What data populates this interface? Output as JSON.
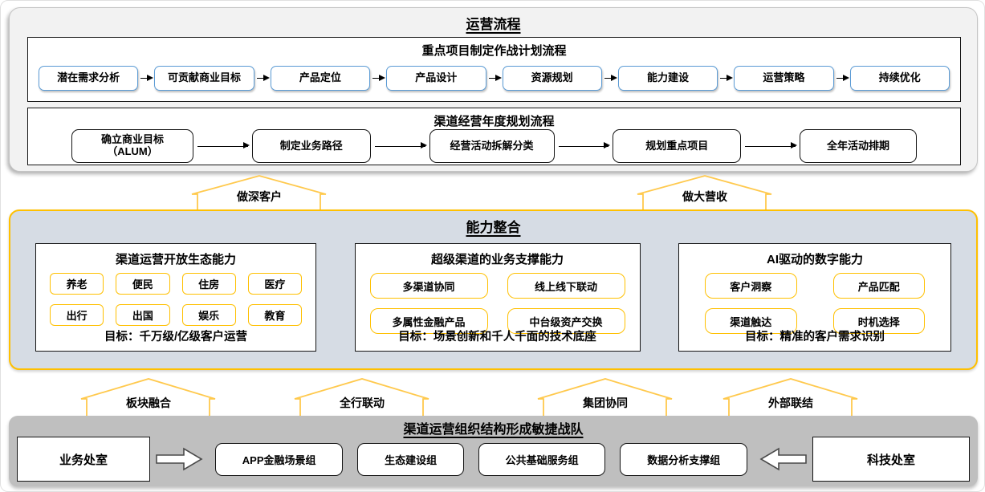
{
  "colors": {
    "accent_orange": "#FFC000",
    "house_orange": "#FFC94D",
    "flow_blue": "#5B9BD5",
    "capability_bg": "#D6DCE4",
    "top_bg": "#F2F2F2",
    "org_bg": "#BFBFBF"
  },
  "top": {
    "title": "运营流程",
    "flow1": {
      "title": "重点项目制定作战计划流程",
      "steps": [
        "潜在需求分析",
        "可贡献商业目标",
        "产品定位",
        "产品设计",
        "资源规划",
        "能力建设",
        "运营策略",
        "持续优化"
      ]
    },
    "flow2": {
      "title": "渠道经营年度规划流程",
      "steps": [
        "确立商业目标\n（ALUM）",
        "制定业务路径",
        "经营活动拆解分类",
        "规划重点项目",
        "全年活动排期"
      ]
    }
  },
  "bridges_top": [
    "做深客户",
    "做大营收"
  ],
  "capability": {
    "title": "能力整合",
    "cards": [
      {
        "title": "渠道运营开放生态能力",
        "items": [
          "养老",
          "便民",
          "住房",
          "医疗",
          "出行",
          "出国",
          "娱乐",
          "教育"
        ],
        "goal": "目标：千万级/亿级客户运营"
      },
      {
        "title": "超级渠道的业务支撑能力",
        "items": [
          "多渠道协同",
          "线上线下联动",
          "多属性金融产品",
          "中台级资产交换"
        ],
        "goal": "目标：场景创新和千人千面的技术底座"
      },
      {
        "title": "AI驱动的数字能力",
        "items": [
          "客户洞察",
          "产品匹配",
          "渠道触达",
          "时机选择"
        ],
        "goal": "目标：精准的客户需求识别"
      }
    ]
  },
  "bridges_bottom": [
    "板块融合",
    "全行联动",
    "集团协同",
    "外部联结"
  ],
  "org": {
    "title": "渠道运营组织结构形成敏捷战队",
    "left_box": "业务处室",
    "groups": [
      "APP金融场景组",
      "生态建设组",
      "公共基础服务组",
      "数据分析支撑组"
    ],
    "right_box": "科技处室"
  }
}
